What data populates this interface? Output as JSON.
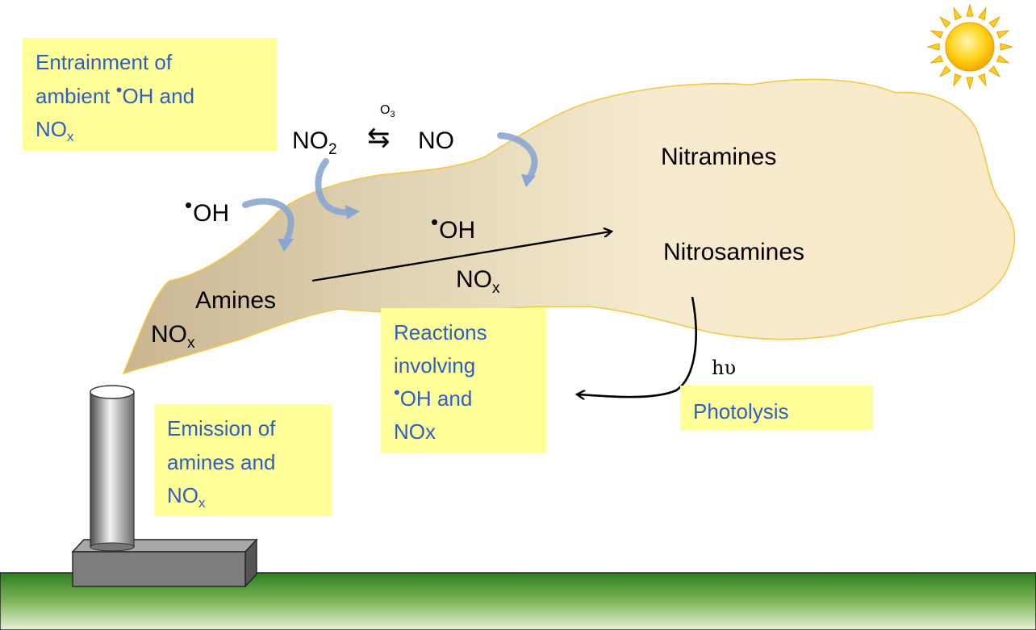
{
  "colors": {
    "note_fill": "#ffff99",
    "note_text": "#2f5fc0",
    "plume_edge": "#f4c845",
    "ground": "#2e7d1f",
    "curved_arrow": "#8aa6d0"
  },
  "notes": {
    "entrainment": {
      "line1": "Entrainment of",
      "line2_pre": "ambient ",
      "line2_dot": "•",
      "line2_post": "OH and",
      "line3_main": "NO",
      "line3_sub": "x"
    },
    "emission": {
      "line1": "Emission of",
      "line2": "amines and",
      "line3_main": "NO",
      "line3_sub": "x"
    },
    "reactions": {
      "line1": "Reactions",
      "line2": "involving",
      "line3_dot": "•",
      "line3_post": "OH and",
      "line4": "NOx"
    },
    "photolysis": {
      "text": "Photolysis"
    }
  },
  "species": {
    "no2": {
      "main": "NO",
      "sub": "2"
    },
    "o3": {
      "main": "O",
      "sub": "3"
    },
    "no": "NO",
    "oh_left": {
      "dot": "•",
      "text": "OH"
    },
    "oh_center": {
      "dot": "•",
      "text": "OH"
    },
    "amines": "Amines",
    "nox_left": {
      "main": "NO",
      "sub": "x"
    },
    "nox_center": {
      "main": "NO",
      "sub": "x"
    },
    "nitramines": "Nitramines",
    "nitrosamines": "Nitrosamines",
    "hv": "hυ",
    "equilibrium_symbol": "⇆"
  },
  "icons": [
    "sun-icon",
    "smokestack-icon",
    "factory-base-icon",
    "ground-strip"
  ]
}
